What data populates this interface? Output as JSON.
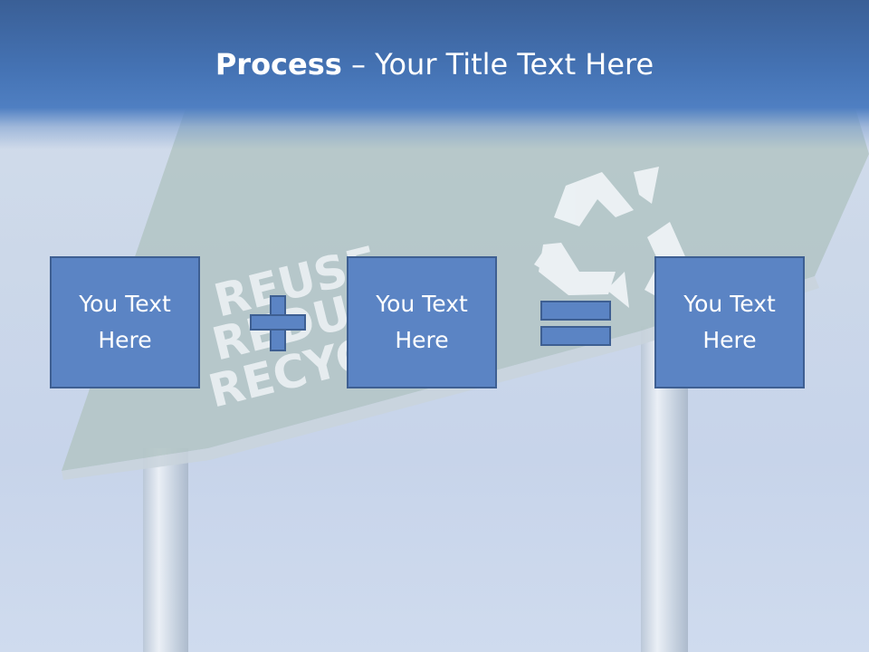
{
  "slide": {
    "title_bold": "Process",
    "title_rest": " – Your Title Text Here",
    "background_image": "recycle-road-sign",
    "background_sign_text": [
      "REUSE",
      "REDUCE",
      "RECYCLE"
    ],
    "boxes": [
      {
        "text": "You Text\nHere"
      },
      {
        "text": "You Text\nHere"
      },
      {
        "text": "You Text\nHere"
      }
    ],
    "operators": [
      "plus-icon",
      "equals-icon"
    ],
    "colors": {
      "header": "#4472b3",
      "box_fill": "#5b84c4",
      "box_border": "#3e5f92",
      "sign_green": "#b2c4c6"
    }
  }
}
